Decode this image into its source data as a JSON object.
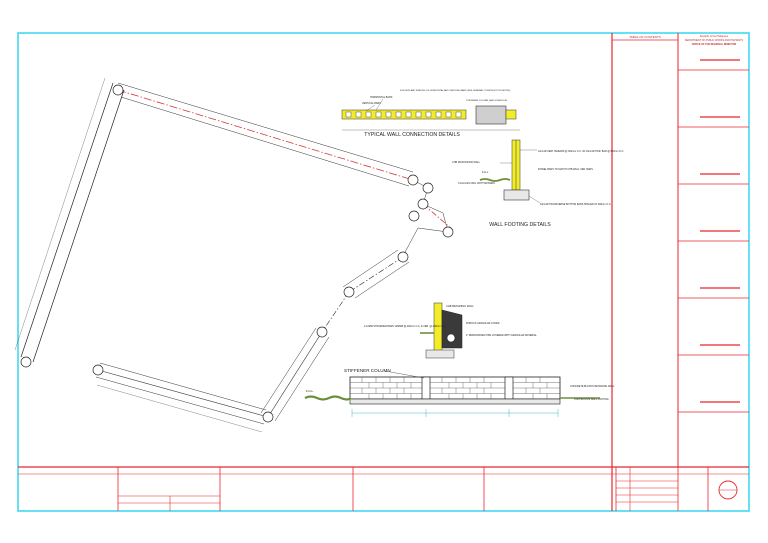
{
  "colors": {
    "border": "#34d5ee",
    "titleblock": "#e8262d",
    "ink": "#222222",
    "dim": "#1aa5c5",
    "gravel": "#6d8f3a",
    "wallfill": "#f2ec2b"
  },
  "sidebar": {
    "header": "TABLE OF CONTENTS",
    "agency_line1": "Republic of the Philippines",
    "agency_line2": "DEPARTMENT OF PUBLIC WORKS AND HIGHWAYS",
    "agency_line3": "OFFICE OF THE REGIONAL DIRECTOR"
  },
  "details": {
    "wall_connection": {
      "title": "TYPICAL WALL CONNECTION DETAILS",
      "horizontal_bars": "HORIZONTAL BARS",
      "vertical_bars": "VERTICAL BARS",
      "size_spacing": "FOR SIZE AND SPACING OF HORIZONTAL AND VERTICAL BARS (SEE GENERAL CONSTRUCTION NOTES)",
      "stiffener_column": "STIFFENER COLUMN (SEE SCHEDULE)"
    },
    "wall_footing": {
      "title": "WALL FOOTING DETAILS",
      "vert_rebars": "12mmØ VERT. REBARS @ 600mm O.C. W/ 10mmØ HOR. BAR @ 600mm O.C.",
      "chb_wall": "CHB 150X150X400 WALL",
      "fgl": "F.G.L.",
      "long_bars": "3-10mmØ LONG. BOTTOM BARS",
      "dowel_bars": "DOWEL BARS TO MATCH CHB WALL VER. BARS",
      "transverse": "10mmØ TRANSVERSE BOTTOM BARS SPACED AT 200mm O.C."
    },
    "retaining_wall": {
      "title": "CHB RETAINING WALL",
      "porous": "POROUS GRANULAR COVER",
      "perforated": "4\" PERFORATED PIPE COVERED WITH GRANULAR MATERIAL",
      "stiffener_spec": "2-10MM STIFFENER BARS 12MMØ @ 400mm O.C. & VER. @ 200mm O.C."
    },
    "elevation": {
      "stiffener_label": "STIFFENER COLUMN",
      "fgl": "F.G.L.",
      "concrete_blocks": "CONCRETE BLOCKS RETAINING WALL",
      "continuous_footing": "CONTINUOUS WALL FOOTING"
    }
  }
}
